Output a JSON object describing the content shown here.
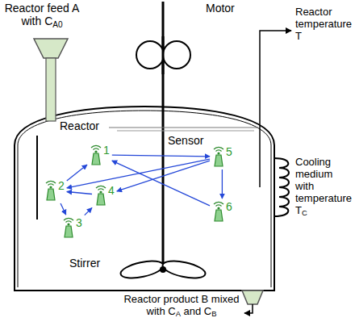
{
  "diagram": {
    "nodes": [
      {
        "text": [
          "1"
        ]
      },
      {
        "text": [
          "2"
        ]
      },
      {
        "text": [
          "3"
        ]
      },
      {
        "text": [
          "4"
        ]
      },
      {
        "text": [
          "5"
        ]
      },
      {
        "text": [
          "6"
        ]
      }
    ],
    "edges": [
      {
        "from": 1,
        "to": 0,
        "arrow": "to"
      },
      {
        "from": 0,
        "to": 4,
        "arrow": "to"
      },
      {
        "from": 4,
        "to": 1,
        "arrow": "to"
      },
      {
        "from": 4,
        "to": 3,
        "arrow": "to"
      },
      {
        "from": 1,
        "to": 2,
        "arrow": "to"
      },
      {
        "from": 2,
        "to": 3,
        "arrow": "to"
      },
      {
        "from": 3,
        "to": 1,
        "arrow": "to"
      },
      {
        "from": 5,
        "to": 0,
        "arrow": "to"
      },
      {
        "from": 4,
        "to": 5,
        "arrow": "to"
      }
    ],
    "labels": [
      "Motor",
      "Reactor feed A with CA0",
      "Reactor temperature T",
      "Reactor",
      "Sensor",
      "Cooling medium with temperature TC",
      "Stirrer",
      "Reactor product B mixed with CA and CB"
    ]
  }
}
